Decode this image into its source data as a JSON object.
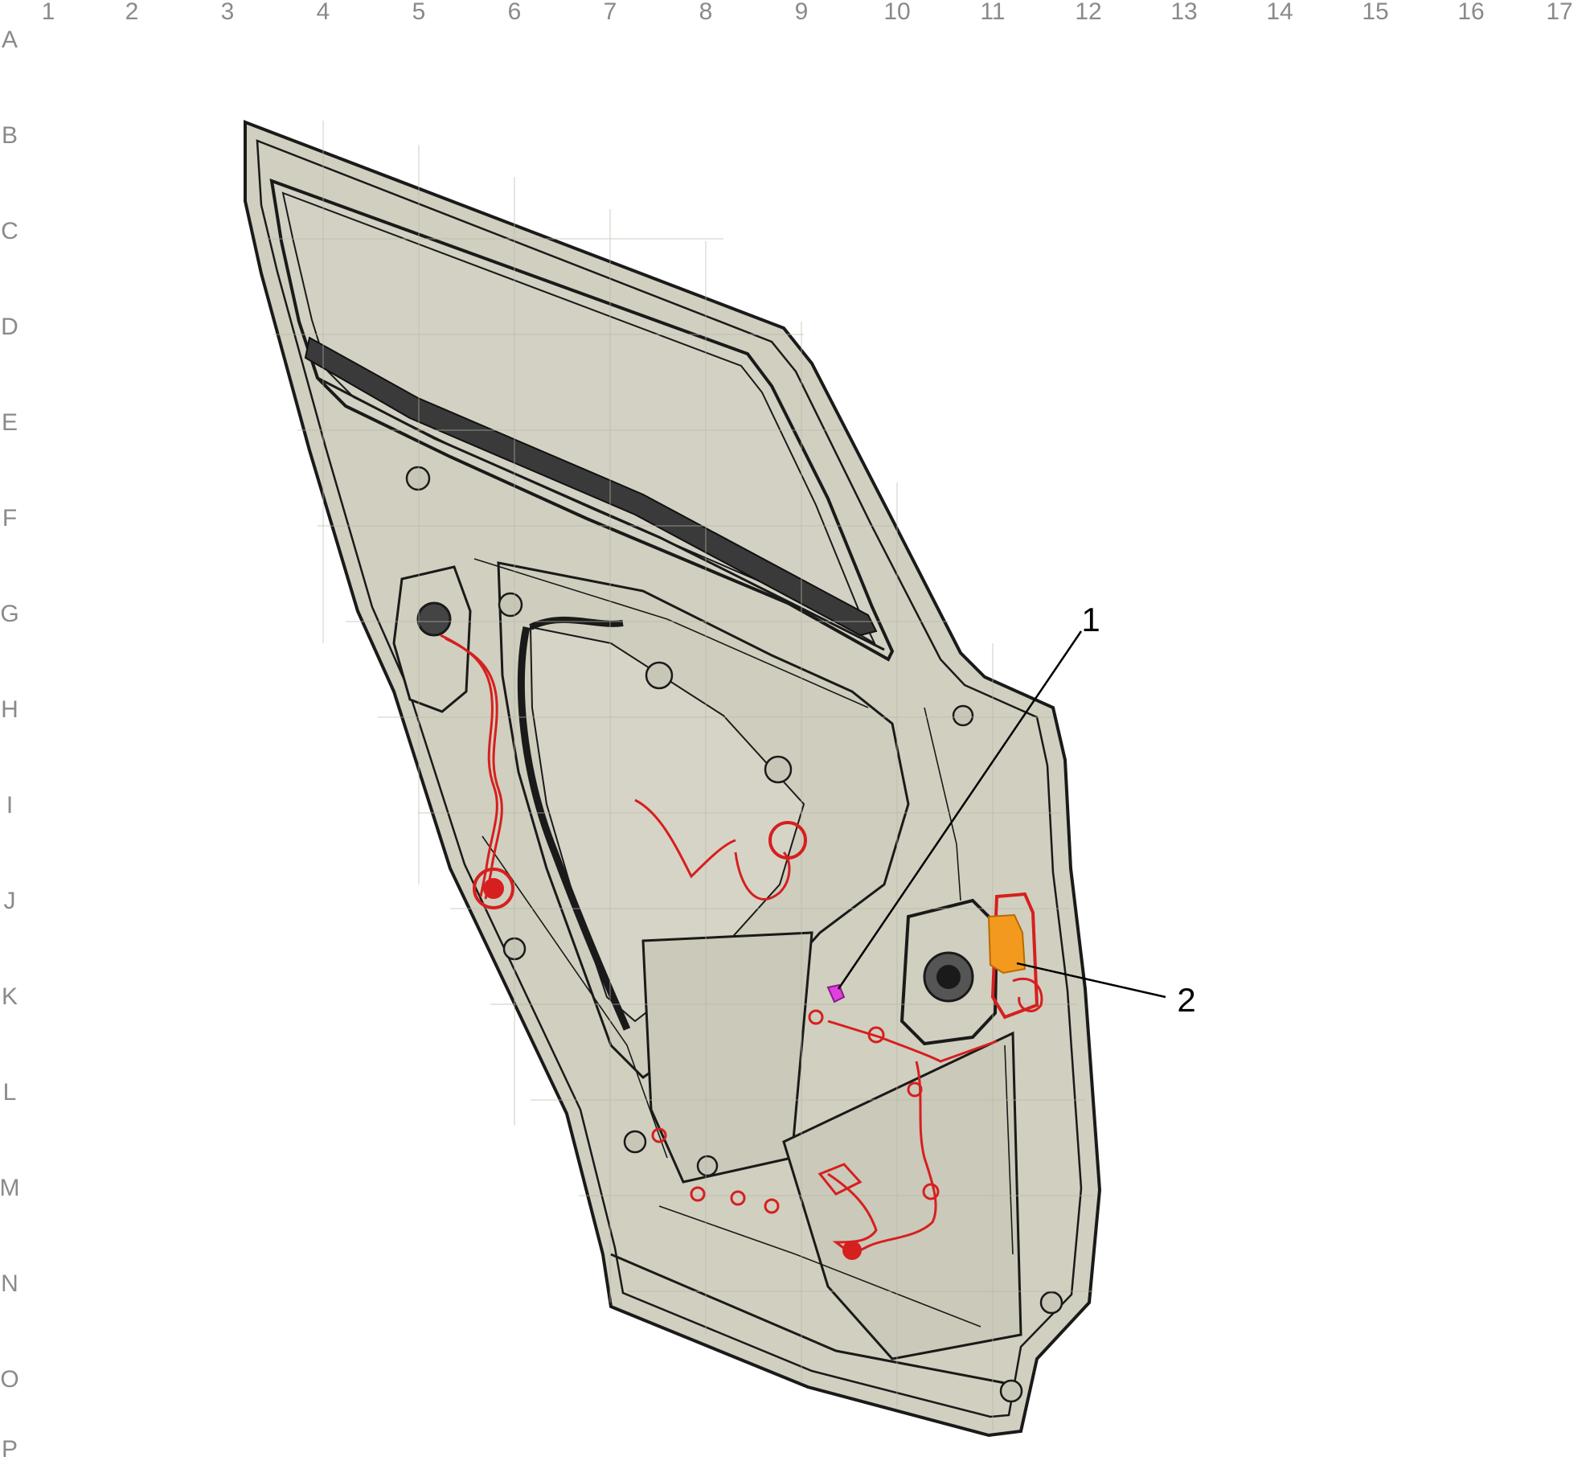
{
  "grid": {
    "columns": [
      "1",
      "2",
      "3",
      "4",
      "5",
      "6",
      "7",
      "8",
      "9",
      "10",
      "11",
      "12",
      "13",
      "14",
      "15",
      "16",
      "17"
    ],
    "rows": [
      "A",
      "B",
      "C",
      "D",
      "E",
      "F",
      "G",
      "H",
      "I",
      "J",
      "K",
      "L",
      "M",
      "N",
      "O",
      "P"
    ]
  },
  "callouts": [
    {
      "label": "1",
      "component": "connector-pin",
      "color": "#e040e0"
    },
    {
      "label": "2",
      "component": "harness-connector",
      "color": "#f39a1e"
    }
  ],
  "colors": {
    "door_panel": "#d1cfbf",
    "outline": "#1a1a1a",
    "harness": "#d61f1f",
    "grid_text": "#8a8a8a"
  }
}
